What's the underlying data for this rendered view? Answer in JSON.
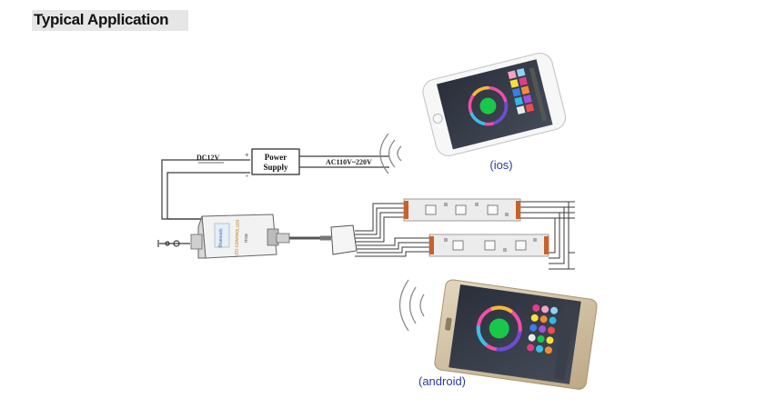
{
  "title": "Typical Application",
  "power_supply": {
    "label_line1": "Power",
    "label_line2": "Supply",
    "input_label": "AC110V~220V",
    "output_label": "DC12V",
    "plus": "+",
    "minus": "-"
  },
  "controller": {
    "brand": "Bluetooth",
    "name": "LED CONTROLLER",
    "model": "RGB"
  },
  "phones": [
    {
      "label": "(ios)"
    },
    {
      "label": "(android)"
    }
  ],
  "colors": {
    "wire": "#3a3a3a",
    "label": "#2b3a9a",
    "strip": "#e9e9e9",
    "pad": "#c8622a"
  }
}
